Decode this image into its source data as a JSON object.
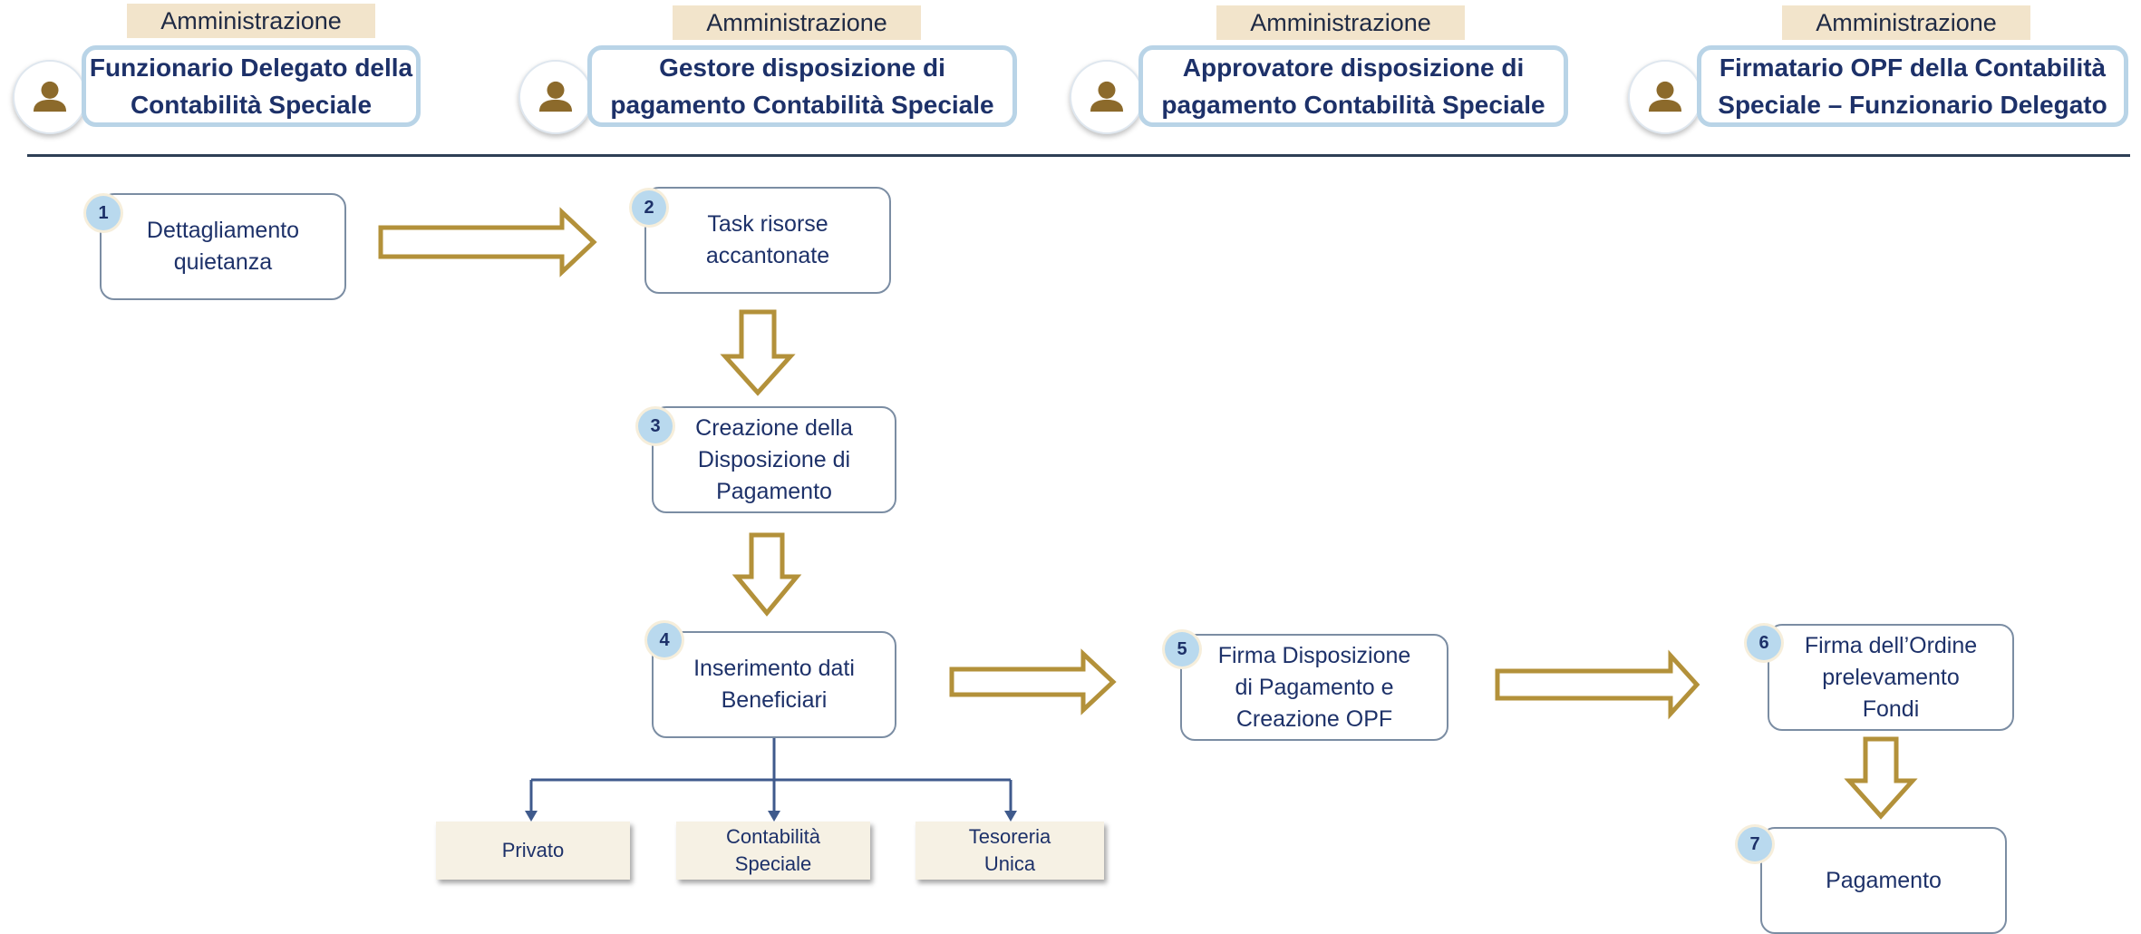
{
  "roles": [
    {
      "tag": "Amministrazione",
      "lines": [
        "Funzionario Delegato della",
        "Contabilità Speciale"
      ]
    },
    {
      "tag": "Amministrazione",
      "lines": [
        "Gestore  disposizione di",
        "pagamento Contabilità Speciale"
      ]
    },
    {
      "tag": "Amministrazione",
      "lines": [
        "Approvatore  disposizione di",
        "pagamento Contabilità Speciale"
      ]
    },
    {
      "tag": "Amministrazione",
      "lines": [
        "Firmatario OPF della Contabilità",
        "Speciale – Funzionario Delegato"
      ]
    }
  ],
  "steps": [
    {
      "number": "1",
      "lines": [
        "Dettagliamento",
        "quietanza"
      ]
    },
    {
      "number": "2",
      "lines": [
        "Task risorse",
        "accantonate"
      ]
    },
    {
      "number": "3",
      "lines": [
        "Creazione della",
        "Disposizione di",
        "Pagamento"
      ]
    },
    {
      "number": "4",
      "lines": [
        "Inserimento dati",
        "Beneficiari"
      ]
    },
    {
      "number": "5",
      "lines": [
        "Firma Disposizione",
        "di Pagamento e",
        "Creazione OPF"
      ]
    },
    {
      "number": "6",
      "lines": [
        "Firma dell’Ordine",
        "prelevamento",
        "Fondi"
      ]
    },
    {
      "number": "7",
      "lines": [
        "Pagamento"
      ]
    }
  ],
  "beneficiary_types": [
    {
      "lines": [
        "Privato"
      ]
    },
    {
      "lines": [
        "Contabilità",
        "Speciale"
      ]
    },
    {
      "lines": [
        "Tesoreria",
        "Unica"
      ]
    }
  ],
  "colors": {
    "arrow": "#b3913a",
    "connector": "#3f5a8c",
    "text": "#1d3169",
    "badge": "#b9d9ee",
    "tag_bg": "#f2e4cb",
    "leaf_bg": "#f6f1e4"
  },
  "icons": {
    "avatar": "person-icon"
  }
}
